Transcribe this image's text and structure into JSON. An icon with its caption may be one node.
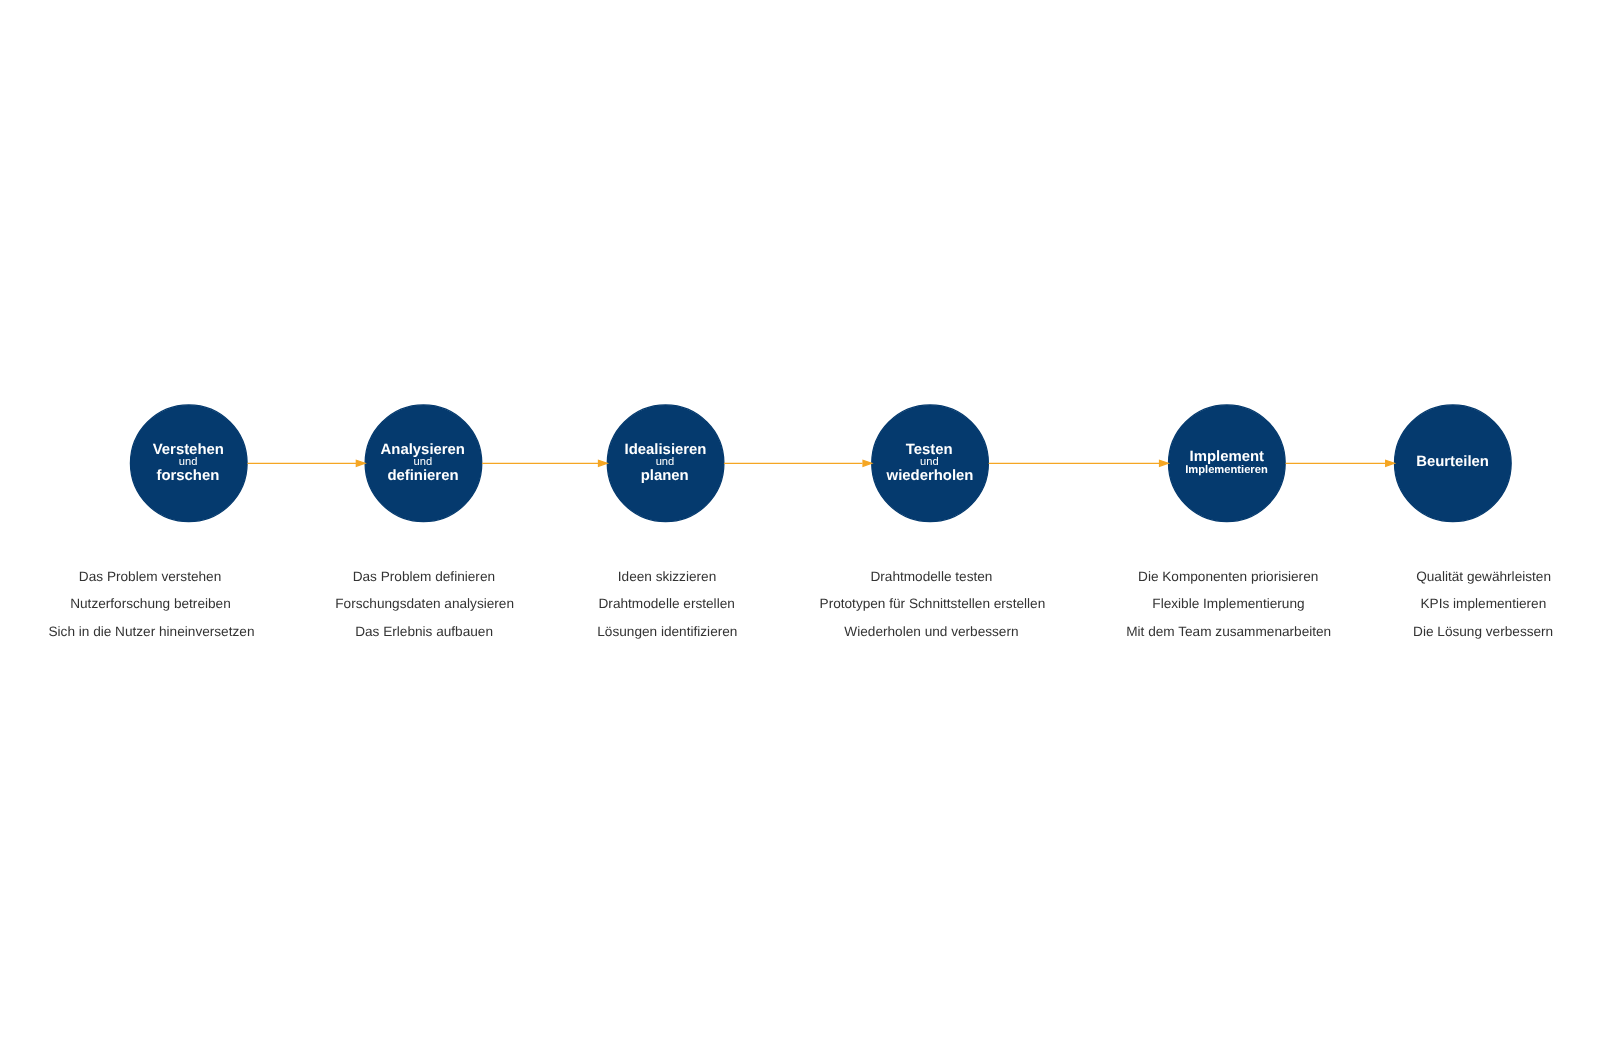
{
  "diagram": {
    "nodes": [
      {
        "text": [
          "Verstehen",
          "und",
          "forschen"
        ],
        "beside": [
          "Das Problem verstehen",
          "Nutzerforschung betreiben",
          "Sich in die Nutzer hineinversetzen"
        ]
      },
      {
        "text": [
          "Analysieren",
          "und",
          "definieren"
        ],
        "beside": [
          "Das Problem definieren",
          "Forschungsdaten analysieren",
          "Das Erlebnis aufbauen"
        ]
      },
      {
        "text": [
          "Idealisieren",
          "und",
          "planen"
        ],
        "beside": [
          "Ideen skizzieren",
          "Drahtmodelle erstellen",
          "Lösungen identifizieren"
        ]
      },
      {
        "text": [
          "Testen",
          "und",
          "wiederholen"
        ],
        "beside": [
          "Drahtmodelle testen",
          "Prototypen für Schnittstellen erstellen",
          "Wiederholen und verbessern"
        ]
      },
      {
        "text": [
          "Implement",
          "Implementieren"
        ],
        "beside": [
          "Die Komponenten priorisieren",
          "Flexible Implementierung",
          "Mit dem Team zusammenarbeiten"
        ]
      },
      {
        "text": [
          "Beurteilen"
        ],
        "beside": [
          "Qualität gewährleisten",
          "KPIs implementieren",
          "Die Lösung verbessern"
        ]
      }
    ],
    "edges": [
      {
        "from": 0,
        "to": 1,
        "arrow": "to"
      },
      {
        "from": 1,
        "to": 2,
        "arrow": "to"
      },
      {
        "from": 2,
        "to": 3,
        "arrow": "to"
      },
      {
        "from": 3,
        "to": 4,
        "arrow": "to"
      },
      {
        "from": 4,
        "to": 5,
        "arrow": "to"
      }
    ]
  }
}
